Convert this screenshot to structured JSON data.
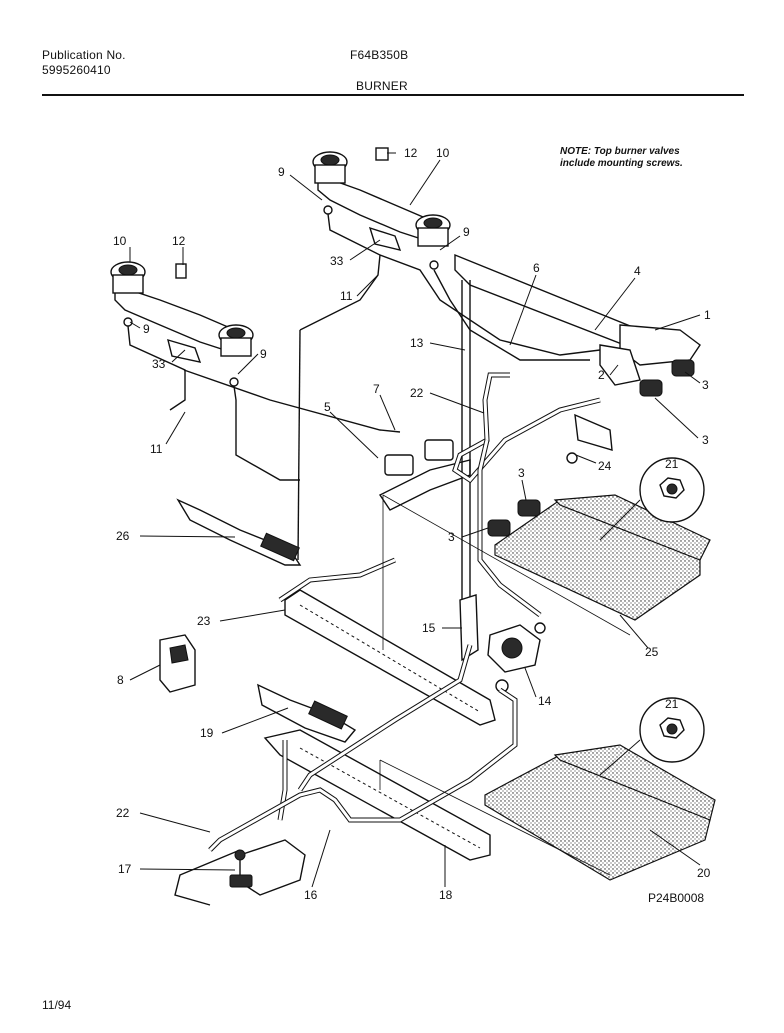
{
  "header": {
    "publication_label": "Publication No.",
    "publication_number": "5995260410",
    "model": "F64B350B",
    "section_title": "BURNER"
  },
  "note": {
    "line1": "NOTE: Top burner valves",
    "line2": "include mounting screws."
  },
  "footer": {
    "drawing_code": "P24B0008",
    "date": "11/94"
  },
  "callouts": {
    "c12a": "12",
    "c10a": "10",
    "c9a": "9",
    "c9b": "9",
    "c33a": "33",
    "c11a": "11",
    "c10b": "10",
    "c12b": "12",
    "c9c": "9",
    "c9d": "9",
    "c33b": "33",
    "c11b": "11",
    "c6": "6",
    "c4": "4",
    "c1": "1",
    "c13": "13",
    "c2": "2",
    "c3a": "3",
    "c3b": "3",
    "c7": "7",
    "c22a": "22",
    "c5": "5",
    "c24": "24",
    "c21a": "21",
    "c3c": "3",
    "c3d": "3",
    "c26": "26",
    "c23": "23",
    "c15": "15",
    "c25": "25",
    "c8": "8",
    "c14": "14",
    "c19": "19",
    "c21b": "21",
    "c22b": "22",
    "c17": "17",
    "c16": "16",
    "c18": "18",
    "c20": "20"
  }
}
